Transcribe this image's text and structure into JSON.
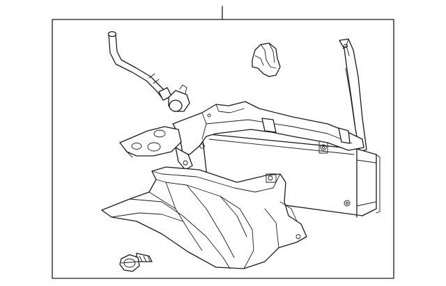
{
  "diagram": {
    "background": "#ffffff",
    "line_color": "#1a1a1a",
    "parts": [
      {
        "name": "breather-hose"
      },
      {
        "name": "hose-end-cap"
      },
      {
        "name": "retaining-clip"
      },
      {
        "name": "mounting-bracket"
      },
      {
        "name": "upper-bracket-frame"
      },
      {
        "name": "oil-cooler-core"
      },
      {
        "name": "splash-shield"
      },
      {
        "name": "flange-bolt"
      }
    ]
  }
}
